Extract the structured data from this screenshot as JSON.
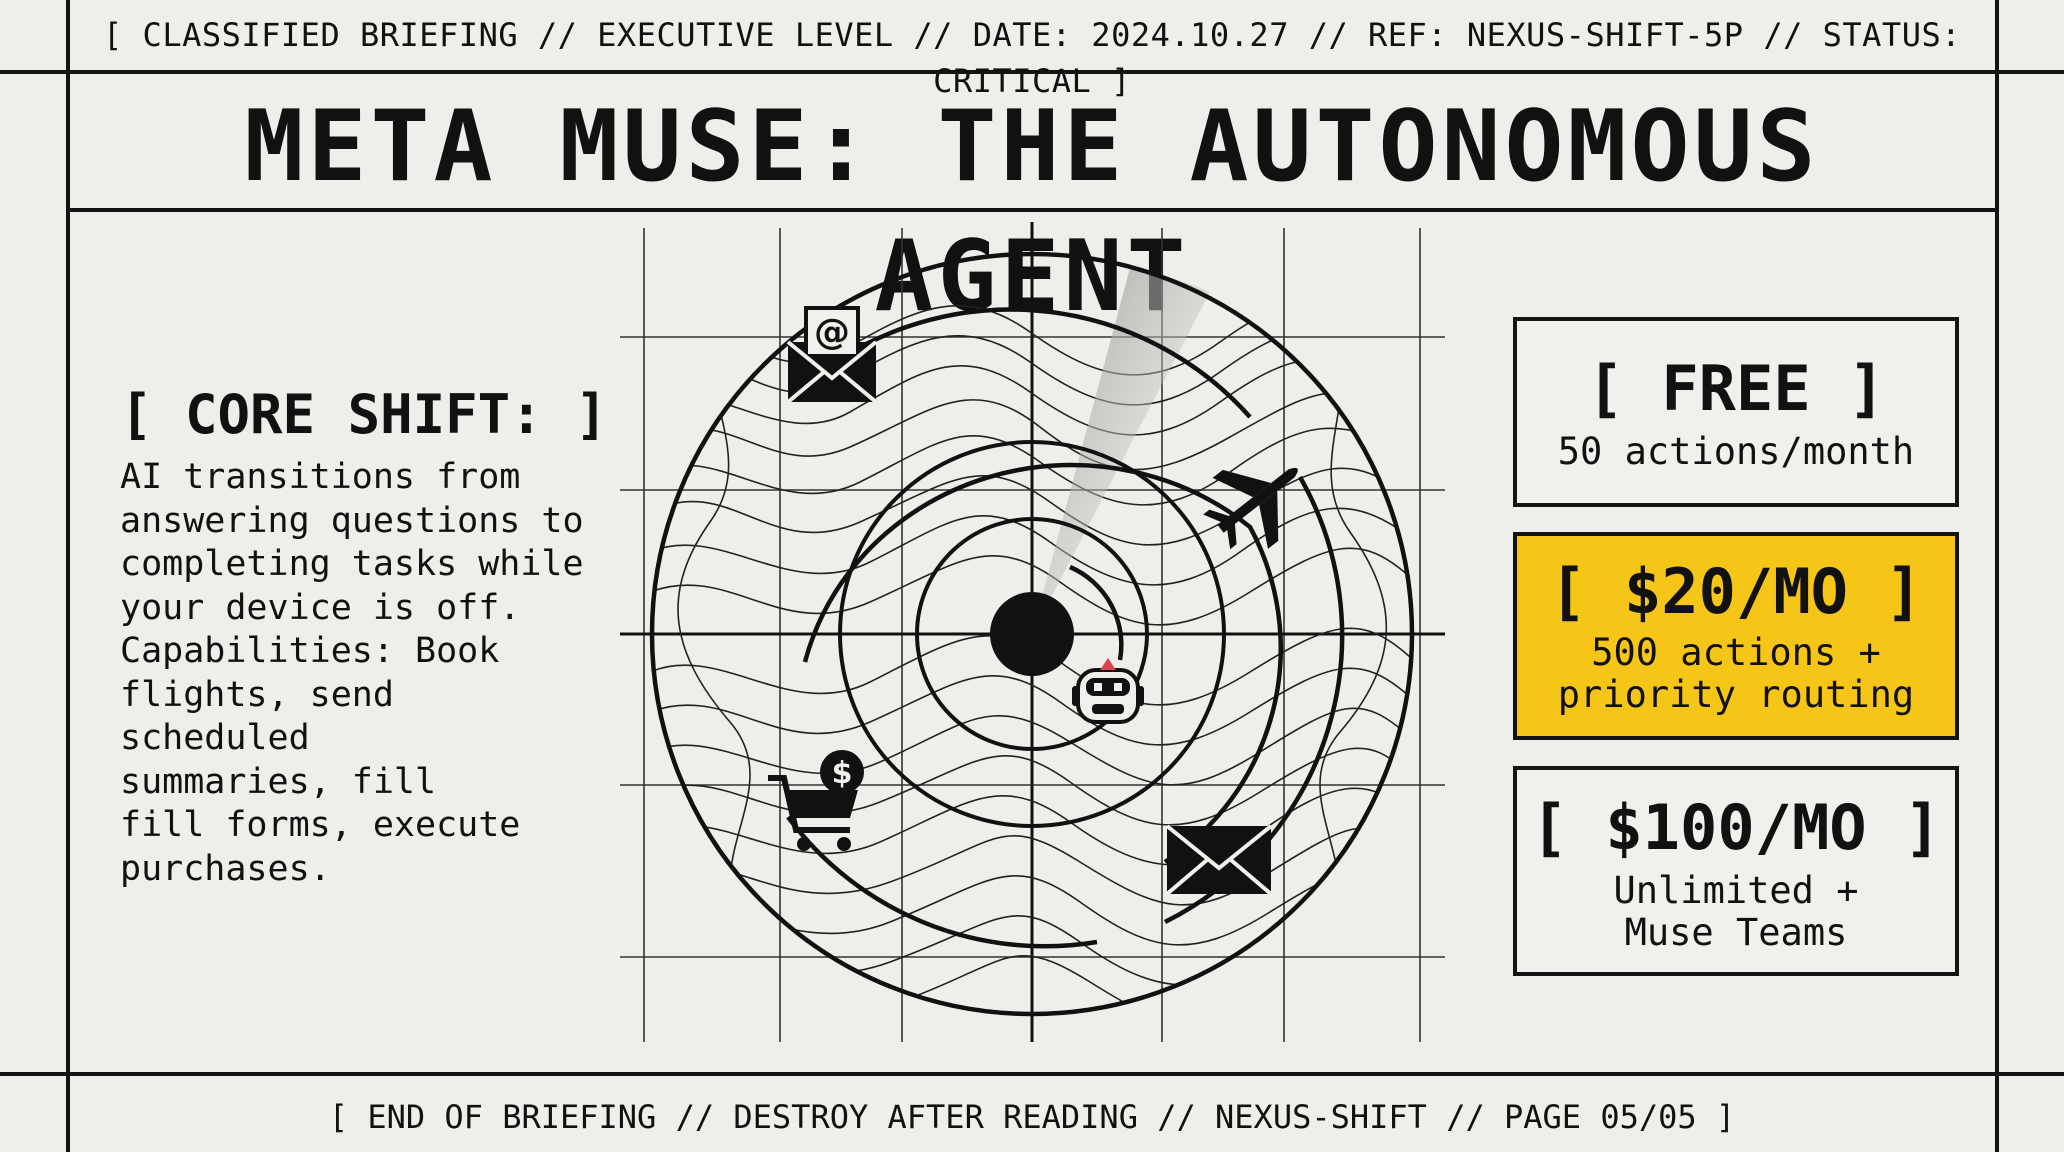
{
  "header": {
    "banner": "[ CLASSIFIED BRIEFING // EXECUTIVE LEVEL // DATE: 2024.10.27 // REF: NEXUS-SHIFT-5P // STATUS: CRITICAL ]",
    "title": "META MUSE: THE AUTONOMOUS AGENT"
  },
  "core_shift": {
    "heading": "[ CORE SHIFT: ]",
    "body": "AI transitions from\nanswering questions to\ncompleting tasks while\nyour device is off.\nCapabilities: Book\nflights, send\nscheduled\nsummaries, fill\nfill forms, execute\npurchases."
  },
  "radar": {
    "icons": [
      "email-at-icon",
      "airplane-icon",
      "robot-icon",
      "shopping-cart-dollar-icon",
      "envelope-icon"
    ],
    "robot_label": "\"..\""
  },
  "plans": [
    {
      "title": "[ FREE ]",
      "description": "50 actions/month",
      "highlight": false
    },
    {
      "title": "[ $20/MO ]",
      "description": "500 actions +\npriority routing",
      "highlight": true
    },
    {
      "title": "[ $100/MO ]",
      "description": "Unlimited +\nMuse Teams",
      "highlight": false
    }
  ],
  "colors": {
    "accent": "#f5c518",
    "ink": "#141414",
    "paper": "#efeeea",
    "robot_visor": "#d9434d"
  },
  "footer": {
    "banner": "[ END OF BRIEFING // DESTROY AFTER READING // NEXUS-SHIFT // PAGE 05/05 ]"
  }
}
